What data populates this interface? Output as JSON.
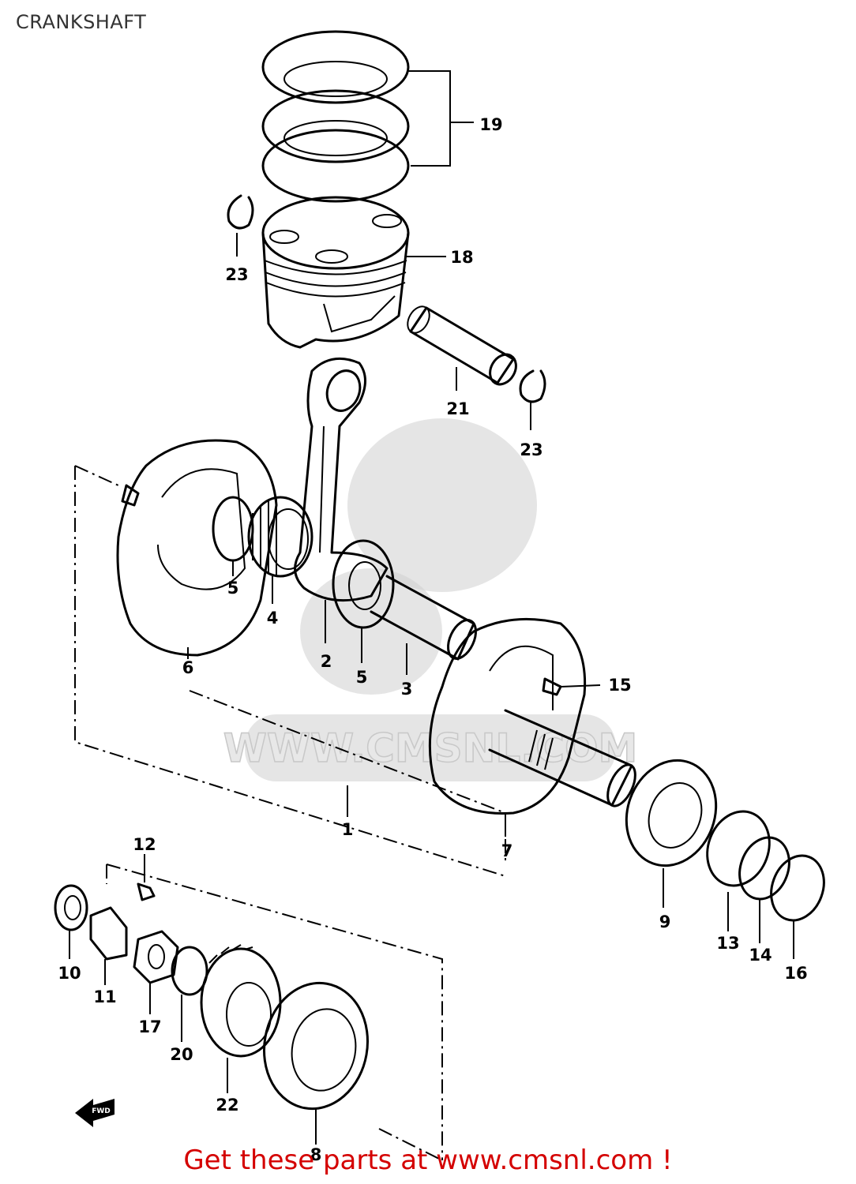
{
  "page": {
    "title": "CRANKSHAFT",
    "banner": "Get these parts at www.cmsnl.com !"
  },
  "watermark": {
    "text": "WWW.CMSNL.COM"
  },
  "arrow_label": "FWD",
  "callouts": [
    "1",
    "2",
    "3",
    "4",
    "5",
    "5",
    "6",
    "7",
    "8",
    "9",
    "10",
    "11",
    "12",
    "13",
    "14",
    "15",
    "16",
    "17",
    "18",
    "19",
    "20",
    "21",
    "22",
    "23",
    "23"
  ]
}
